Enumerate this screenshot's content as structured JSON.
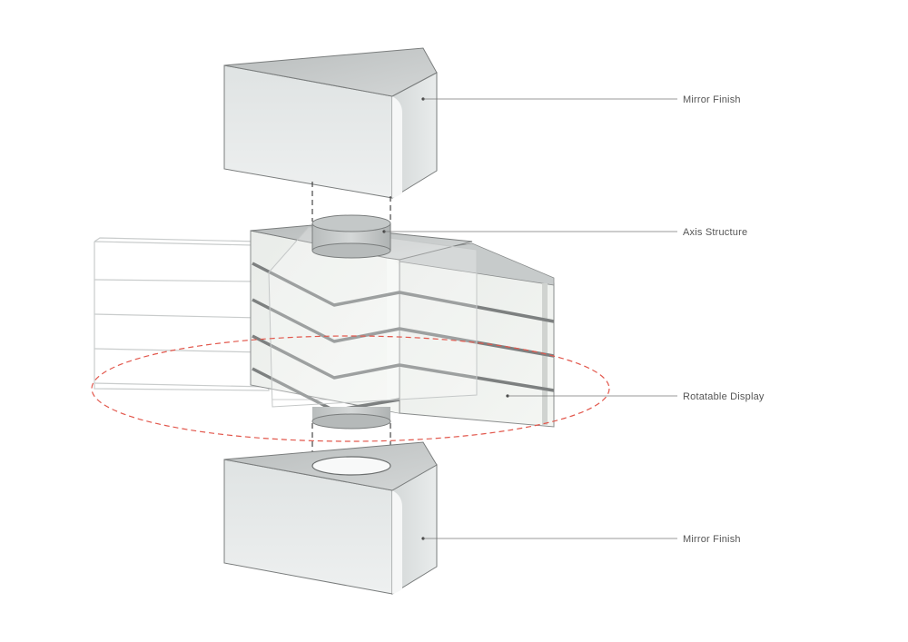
{
  "labels": {
    "mirror_finish_top": "Mirror Finish",
    "axis_structure": "Axis Structure",
    "rotatable_display": "Rotatable Display",
    "mirror_finish_bottom": "Mirror Finish"
  },
  "colors": {
    "rotation_path": "#e2574c",
    "outline": "#6b6b6b",
    "leader_line": "#777777",
    "label_text": "#555555"
  }
}
